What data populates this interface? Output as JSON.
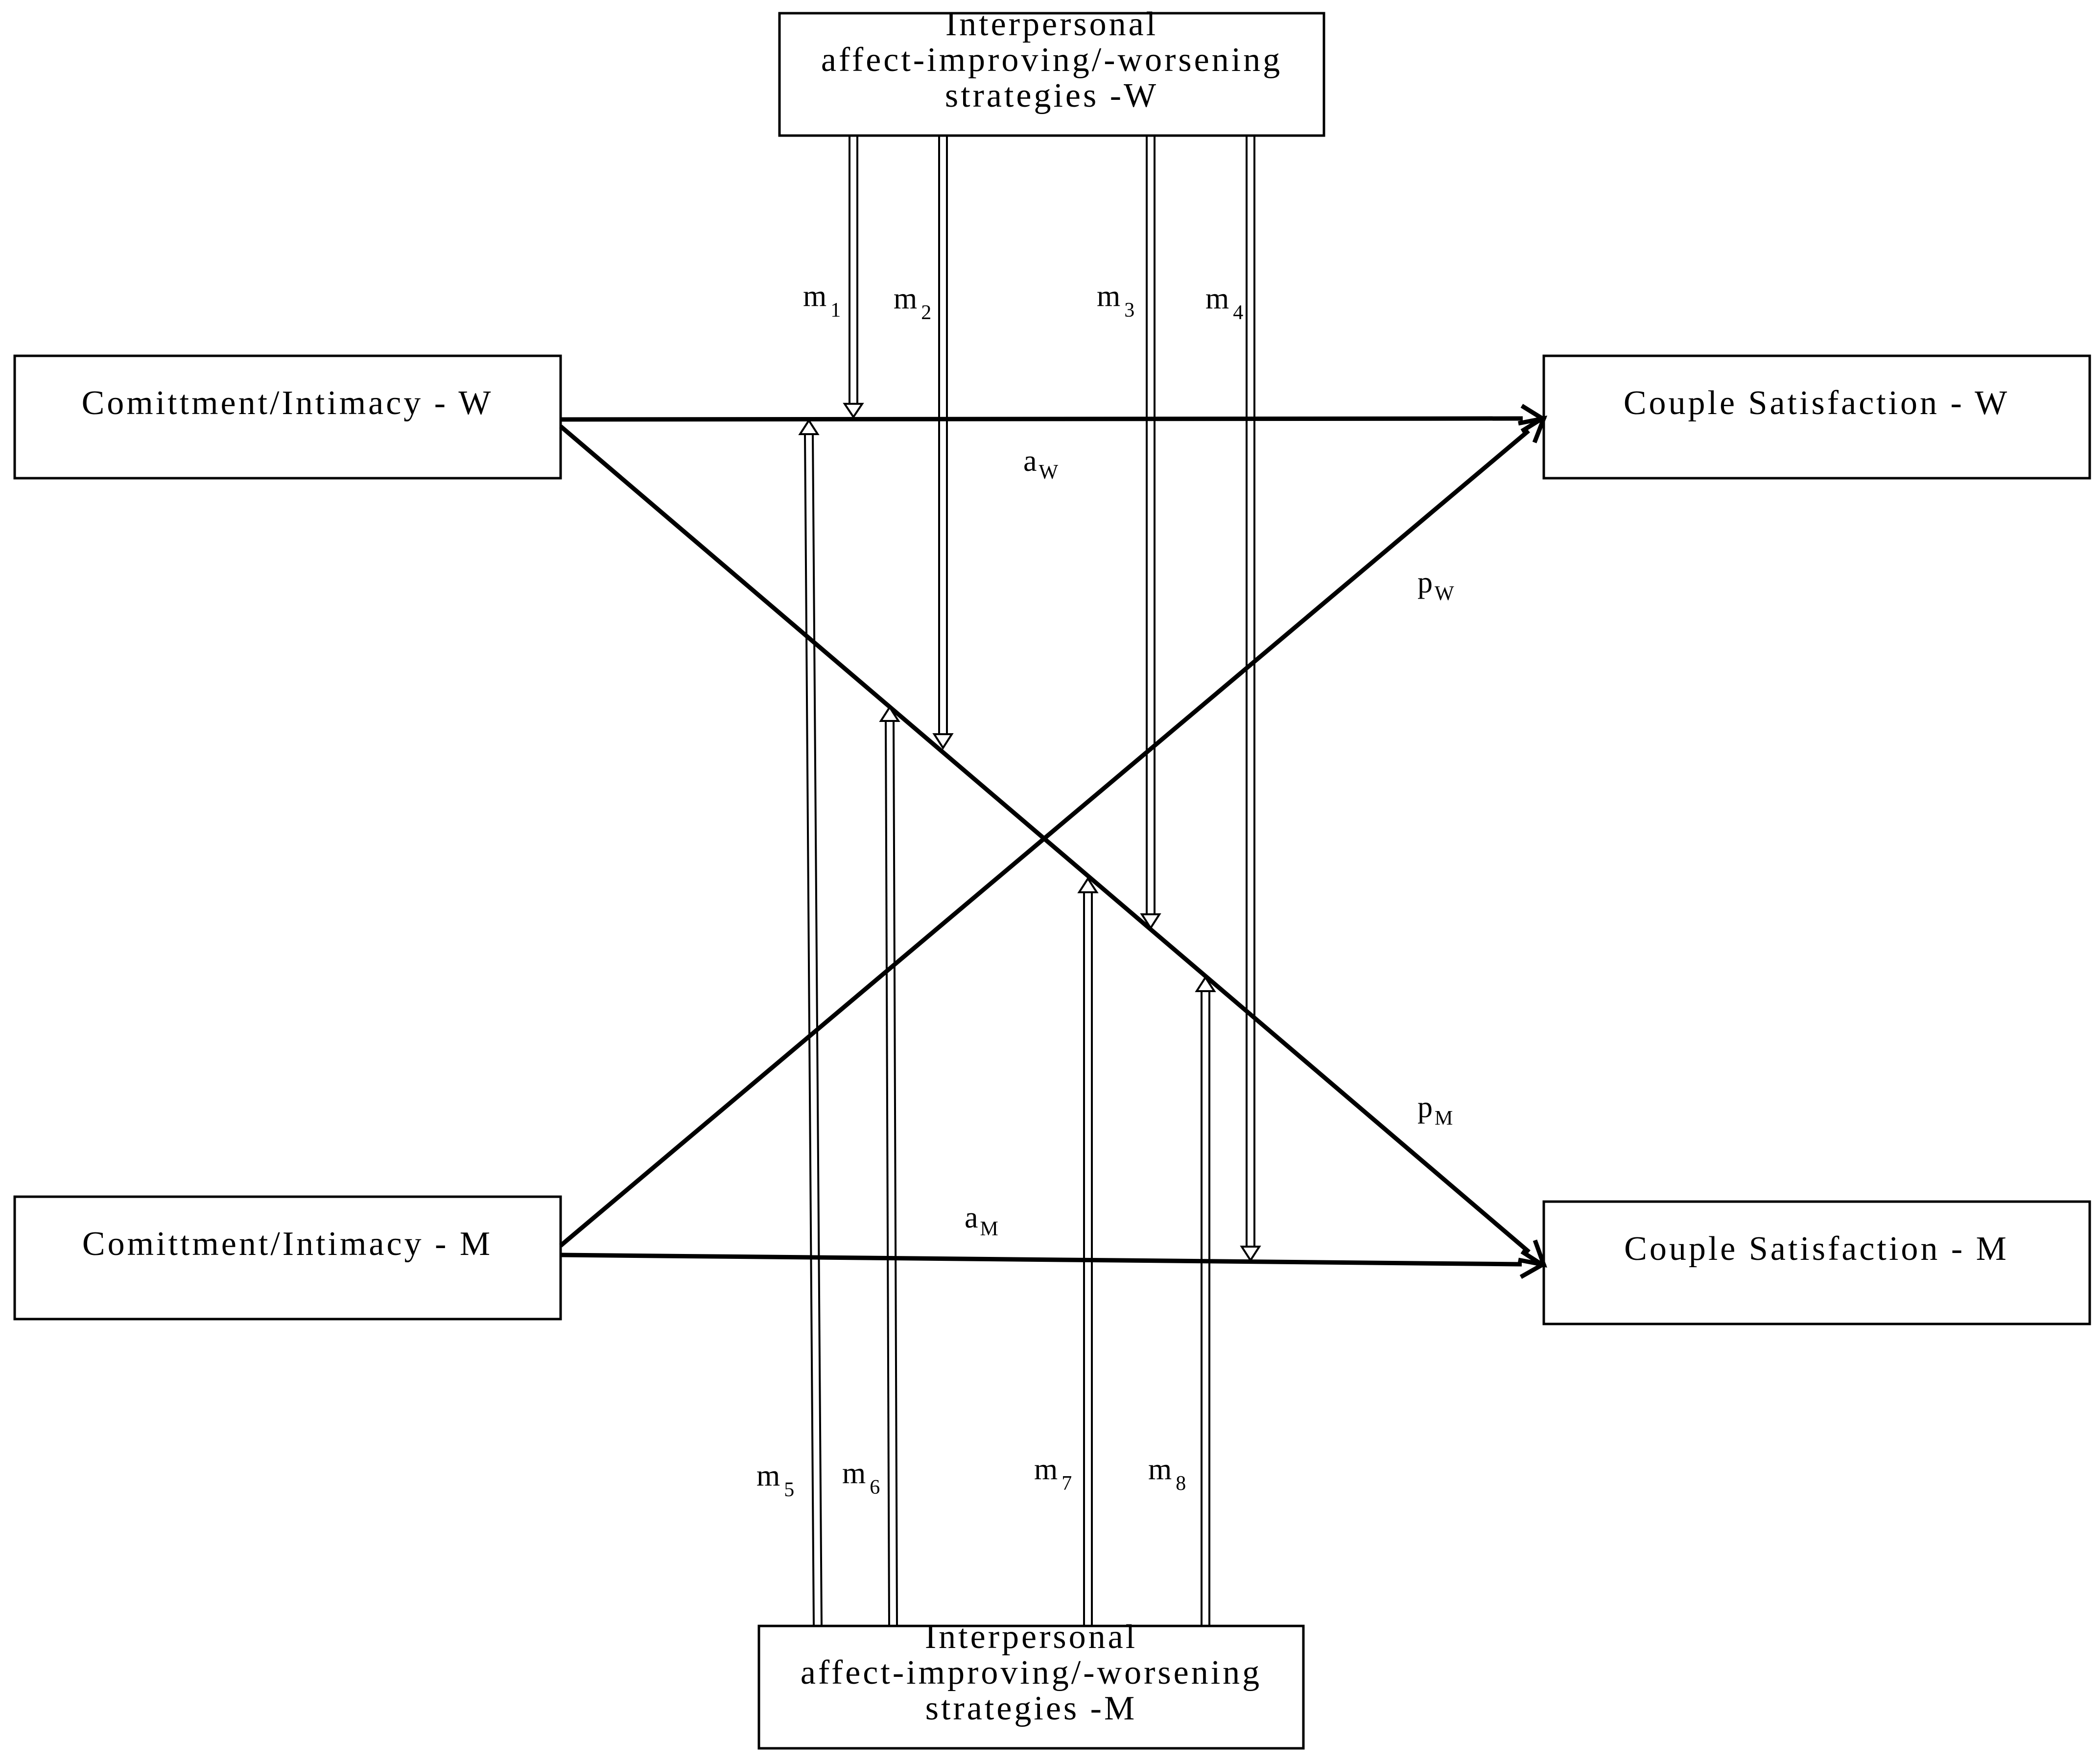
{
  "boxes": {
    "top_moderator": {
      "lines": [
        "Interpersonal",
        "affect-improving/-worsening",
        "strategies -W"
      ]
    },
    "bottom_moderator": {
      "lines": [
        "Interpersonal",
        "affect-improving/-worsening",
        "strategies -M"
      ]
    },
    "commitment_w": {
      "label": "Comittment/Intimacy - W"
    },
    "commitment_m": {
      "label": "Comittment/Intimacy - M"
    },
    "satisfaction_w": {
      "label": "Couple Satisfaction - W"
    },
    "satisfaction_m": {
      "label": "Couple Satisfaction - M"
    }
  },
  "paths": {
    "a_w": {
      "base": "a",
      "sub": "W"
    },
    "a_m": {
      "base": "a",
      "sub": "M"
    },
    "p_w": {
      "base": "p",
      "sub": "W"
    },
    "p_m": {
      "base": "p",
      "sub": "M"
    }
  },
  "moderations": [
    {
      "base": "m",
      "sub": "1"
    },
    {
      "base": "m",
      "sub": "2"
    },
    {
      "base": "m",
      "sub": "3"
    },
    {
      "base": "m",
      "sub": "4"
    },
    {
      "base": "m",
      "sub": "5"
    },
    {
      "base": "m",
      "sub": "6"
    },
    {
      "base": "m",
      "sub": "7"
    },
    {
      "base": "m",
      "sub": "8"
    }
  ],
  "colors": {
    "line": "#000000",
    "background": "#ffffff"
  }
}
